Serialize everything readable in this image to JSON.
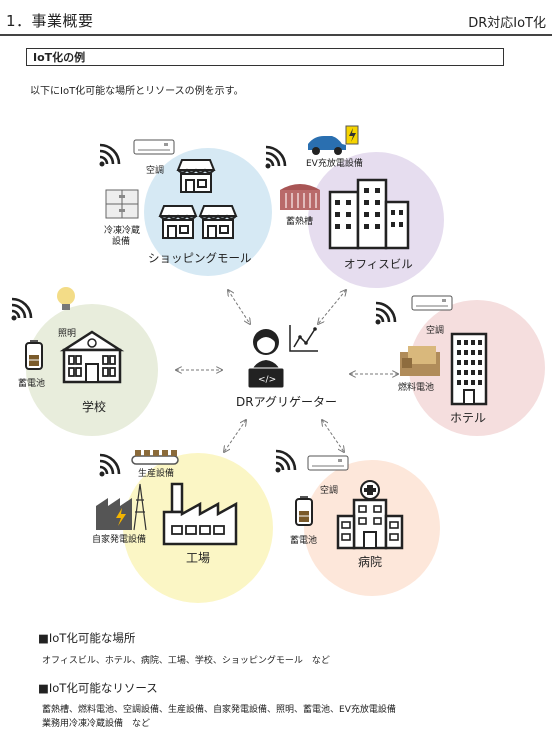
{
  "header": {
    "section": "1．事業概要",
    "right_title": "DR対応IoT化"
  },
  "box_title": "IoT化の例",
  "intro": "以下にIoT化可能な場所とリソースの例を示す。",
  "center": {
    "label": "DRアグリゲーター"
  },
  "places": {
    "shopping": {
      "name": "ショッピングモール",
      "color": "#d6e9f4",
      "resources": [
        "空調",
        "冷凍冷蔵\n設備"
      ]
    },
    "office": {
      "name": "オフィスビル",
      "color": "#e6ddef",
      "resources": [
        "EV充放電設備",
        "蓄熱槽"
      ]
    },
    "school": {
      "name": "学校",
      "color": "#e8eddc",
      "resources": [
        "照明",
        "蓄電池"
      ]
    },
    "hotel": {
      "name": "ホテル",
      "color": "#f5dede",
      "resources": [
        "空調",
        "燃料電池"
      ]
    },
    "factory": {
      "name": "工場",
      "color": "#fbf6c5",
      "resources": [
        "生産設備",
        "自家発電設備"
      ]
    },
    "hospital": {
      "name": "病院",
      "color": "#fde7da",
      "resources": [
        "空調",
        "蓄電池"
      ]
    }
  },
  "sections": [
    {
      "title": "■IoT化可能な場所",
      "body": "オフィスビル、ホテル、病院、工場、学校、ショッピングモール　など"
    },
    {
      "title": "■IoT化可能なリソース",
      "body": "蓄熱槽、燃料電池、空調設備、生産設備、自家発電設備、照明、蓄電池、EV充放電設備\n業務用冷凍冷蔵設備　など"
    }
  ],
  "colors": {
    "accent": "#444444",
    "battery_fill": "#7a5a2a"
  }
}
